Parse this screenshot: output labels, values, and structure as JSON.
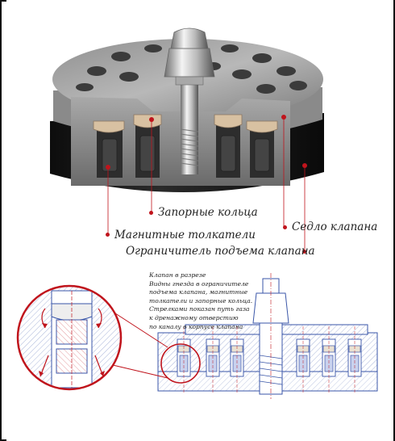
{
  "labels": {
    "sealing_rings": "Запорные кольца",
    "valve_seat": "Седло клапана",
    "magnetic_pushers": "Магнитные толкатели",
    "lift_limiter": "Ограничитель подъема клапана"
  },
  "note": {
    "lines": [
      "Клапан в разрезе",
      "Видны гнезда в ограничителе",
      "подъема клапана, магнитные",
      "толкатели и запорные кольца.",
      "Стрелками показан путь газа",
      "к дренажному отверстию",
      "по каналу в корпусе клапана"
    ]
  },
  "colors": {
    "accent": "#c0141c",
    "metal": "#9a9a9a",
    "body_black": "#1b1b1b",
    "drawing_blue": "#3a56a8"
  }
}
